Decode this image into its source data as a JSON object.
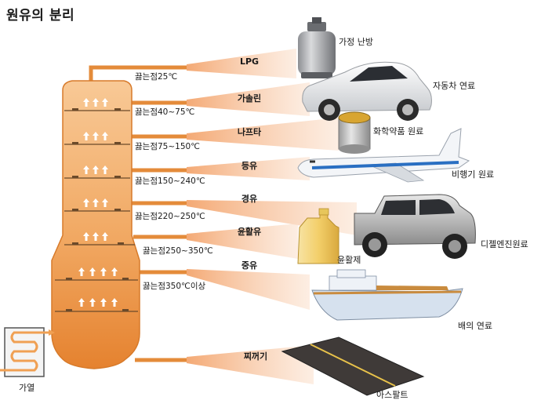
{
  "title": "원유의 분리",
  "heater_label": "가열",
  "fractions": [
    {
      "product": "LPG",
      "boiling": "끓는점25℃",
      "use": "가정 난방",
      "icon": "gas-cylinder-icon"
    },
    {
      "product": "가솔린",
      "boiling": "끓는점40~75℃",
      "use": "자동차 연료",
      "icon": "car-icon"
    },
    {
      "product": "나프타",
      "boiling": "끓는점75~150℃",
      "use": "화학약품 원료",
      "icon": "chemical-can-icon"
    },
    {
      "product": "등유",
      "boiling": "끓는점150~240℃",
      "use": "비행기 원료",
      "icon": "airplane-icon"
    },
    {
      "product": "경유",
      "boiling": "끓는점220~250℃",
      "use": "디젤엔진원료",
      "icon": "pickup-truck-icon"
    },
    {
      "product": "윤활유",
      "boiling": "끓는점250~350℃",
      "use": "윤활제",
      "icon": "oil-jug-icon"
    },
    {
      "product": "중유",
      "boiling": "끓는점350℃이상",
      "use": "배의 연료",
      "icon": "ship-icon"
    },
    {
      "product": "찌꺼기",
      "boiling": "",
      "use": "아스팔트",
      "icon": "asphalt-road-icon"
    }
  ],
  "colors": {
    "tower_top": "#f6c186",
    "tower_bottom": "#e98a38",
    "pipe": "#e58f3c",
    "beam": "#f3b07a",
    "heater_coil": "#f1a25a"
  }
}
